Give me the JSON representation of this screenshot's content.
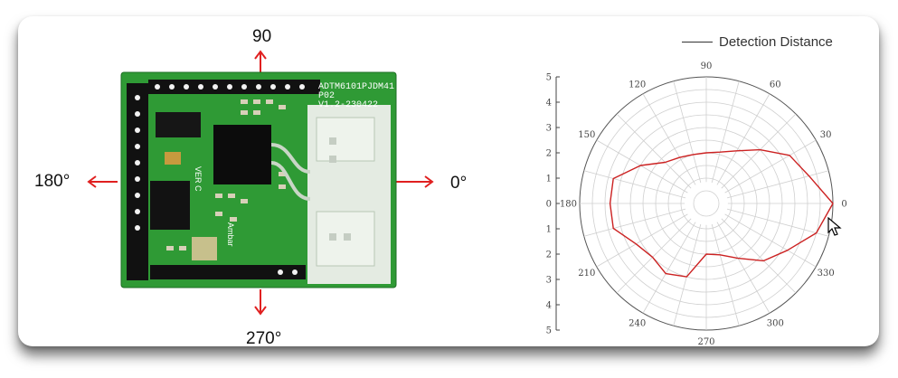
{
  "directions": {
    "north": "90",
    "west": "180°",
    "east": "0°",
    "south": "270°"
  },
  "pcb": {
    "lines": [
      "ADTM6101PJDM41",
      "P02",
      "V1.2-230422"
    ],
    "side_text": "VER C",
    "brand_text": "Ambar",
    "colors": {
      "board": "#2f9a35",
      "chip": "#0c0c0c",
      "arrow": "#e02020",
      "antenna": "#e4ebe2"
    }
  },
  "chart_data": {
    "type": "polar-line",
    "legend": "Detection Distance",
    "series": [
      {
        "name": "Detection Distance",
        "color": "#cc2222",
        "theta": [
          0,
          15,
          30,
          45,
          60,
          75,
          90,
          105,
          120,
          135,
          150,
          165,
          180,
          195,
          210,
          225,
          240,
          255,
          270,
          285,
          300,
          315,
          330,
          345
        ],
        "r": [
          5.0,
          4.2,
          3.8,
          3.0,
          2.4,
          2.1,
          2.0,
          2.0,
          2.1,
          2.3,
          3.0,
          3.8,
          3.8,
          3.8,
          3.2,
          3.0,
          3.2,
          3.0,
          2.0,
          2.1,
          2.5,
          3.2,
          3.7,
          4.5
        ]
      }
    ],
    "rlim": [
      0,
      5
    ],
    "r_ticks": [
      "0",
      "1",
      "2",
      "3",
      "4",
      "5"
    ],
    "angle_ticks": [
      "0",
      "30",
      "60",
      "90",
      "120",
      "150",
      "180",
      "210",
      "240",
      "270",
      "300",
      "330"
    ],
    "grid": true
  }
}
